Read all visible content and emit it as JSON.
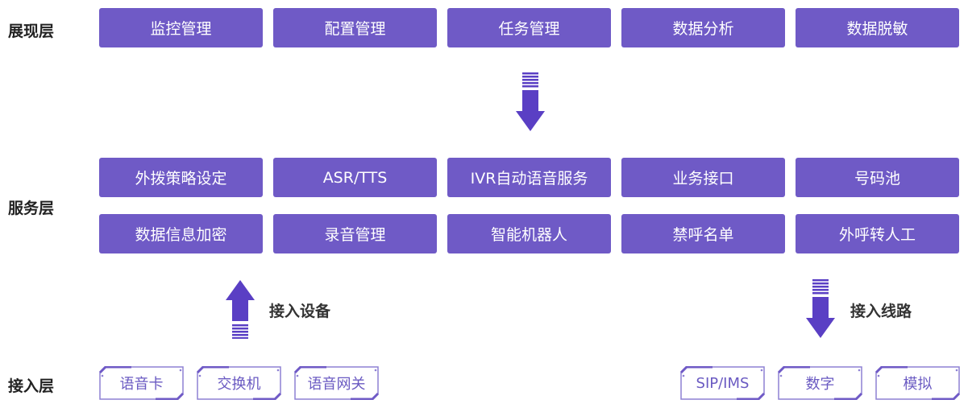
{
  "layers": {
    "presentation": "展现层",
    "service": "服务层",
    "access": "接入层"
  },
  "presentation_items": [
    "监控管理",
    "配置管理",
    "任务管理",
    "数据分析",
    "数据脱敏"
  ],
  "service_row1": [
    "外拨策略设定",
    "ASR/TTS",
    "IVR自动语音服务",
    "业务接口",
    "号码池"
  ],
  "service_row2": [
    "数据信息加密",
    "录音管理",
    "智能机器人",
    "禁呼名单",
    "外呼转人工"
  ],
  "labels": {
    "devices": "接入设备",
    "lines": "接入线路"
  },
  "devices": [
    "语音卡",
    "交换机",
    "语音网关"
  ],
  "lines": [
    "SIP/IMS",
    "数字",
    "模拟"
  ],
  "colors": {
    "box": "#6f5ac6",
    "arrow": "#5a3fc4"
  }
}
